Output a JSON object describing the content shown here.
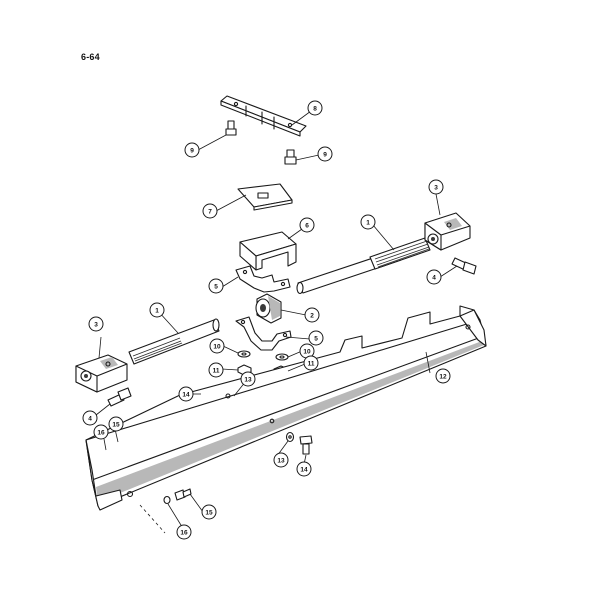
{
  "page_label": "6-64",
  "callouts": {
    "c1a": "1",
    "c1b": "1",
    "c2": "2",
    "c3a": "3",
    "c3b": "3",
    "c4a": "4",
    "c4b": "4",
    "c5a": "5",
    "c5b": "5",
    "c6": "6",
    "c7": "7",
    "c8": "8",
    "c9a": "9",
    "c9b": "9",
    "c10a": "10",
    "c10b": "10",
    "c11a": "11",
    "c11b": "11",
    "c12": "12",
    "c13a": "13",
    "c13b": "13",
    "c14a": "14",
    "c14b": "14",
    "c15a": "15",
    "c15b": "15",
    "c16a": "16",
    "c16b": "16"
  }
}
